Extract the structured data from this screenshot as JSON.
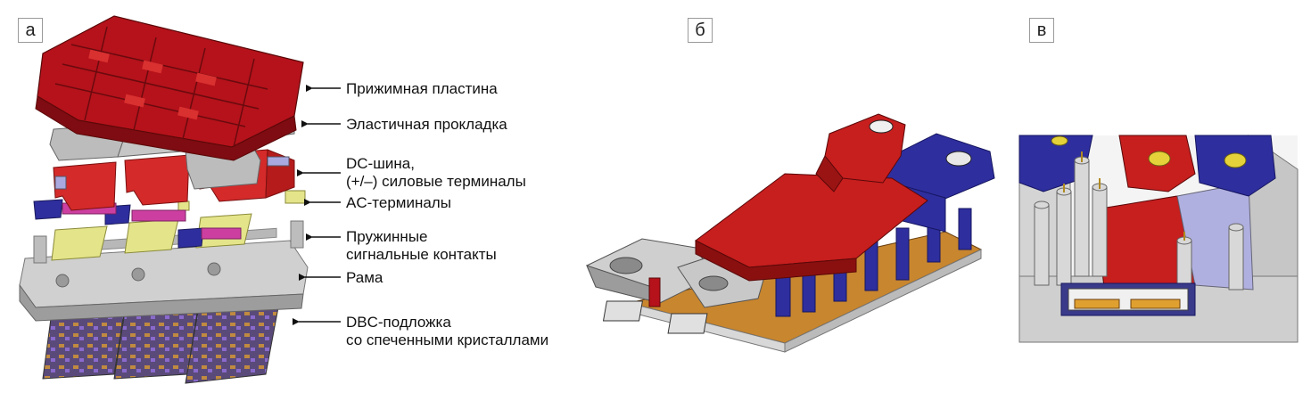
{
  "panels": {
    "a": "а",
    "b": "б",
    "c": "в"
  },
  "callouts": [
    {
      "id": "pressure-plate",
      "lines": [
        "Прижимная пластина"
      ]
    },
    {
      "id": "elastic-pad",
      "lines": [
        "Эластичная прокладка"
      ]
    },
    {
      "id": "dc-bus",
      "lines": [
        "DC-шина,",
        "(+/–) силовые терминалы"
      ]
    },
    {
      "id": "ac-terminals",
      "lines": [
        "AC-терминалы"
      ]
    },
    {
      "id": "spring-contacts",
      "lines": [
        "Пружинные",
        "сигнальные контакты"
      ]
    },
    {
      "id": "frame",
      "lines": [
        "Рама"
      ]
    },
    {
      "id": "dbc-substrate",
      "lines": [
        "DBC-подложка",
        "со спеченными кристаллами"
      ]
    }
  ],
  "colors": {
    "red": "#b5121b",
    "red_light": "#d42a2a",
    "blue": "#2e2e9e",
    "yellow": "#e4e48a",
    "grey": "#c8c8c8",
    "grey_dark": "#8c8c8c",
    "copper": "#c8862e"
  }
}
